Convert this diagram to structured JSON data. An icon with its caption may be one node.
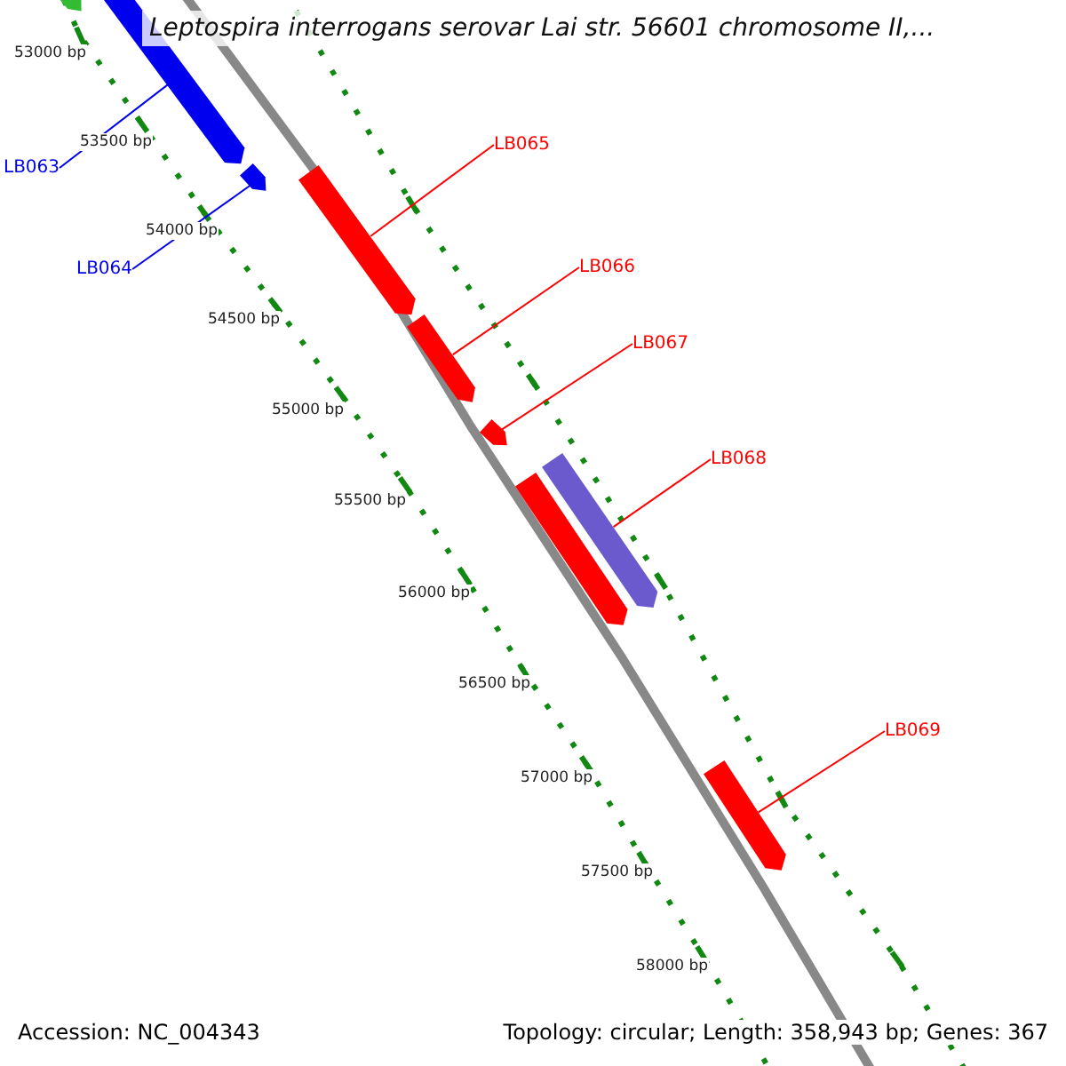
{
  "diagram": {
    "title": "Leptospira interrogans serovar Lai str. 56601 chromosome II,...",
    "nodes": [
      {
        "text": [
          "LB063"
        ]
      },
      {
        "text": [
          "LB064"
        ]
      },
      {
        "text": [
          "LB065"
        ]
      },
      {
        "text": [
          "LB066"
        ]
      },
      {
        "text": [
          "LB067"
        ]
      },
      {
        "text": [
          "LB068"
        ]
      },
      {
        "text": [
          "LB069"
        ]
      },
      {
        "text": [],
        "shape": "bar"
      },
      {
        "text": [],
        "shape": "bar"
      },
      {
        "text": [],
        "shape": "bar"
      },
      {
        "text": [],
        "shape": "bar"
      },
      {
        "text": [],
        "shape": "bar"
      },
      {
        "text": [],
        "shape": "bar"
      },
      {
        "text": [],
        "shape": "bar"
      },
      {
        "text": [],
        "shape": "bar"
      },
      {
        "text": [],
        "shape": "bar"
      }
    ],
    "edges": [
      {
        "from": 0,
        "to": 8,
        "arrow": "none",
        "color": "#0000ee"
      },
      {
        "from": 1,
        "to": 9,
        "arrow": "none",
        "color": "#0000ee"
      },
      {
        "from": 2,
        "to": 10,
        "arrow": "none"
      },
      {
        "from": 3,
        "to": 11,
        "arrow": "none"
      },
      {
        "from": 4,
        "to": 12,
        "arrow": "none"
      },
      {
        "from": 5,
        "to": 14,
        "arrow": "none"
      },
      {
        "from": 6,
        "to": 15,
        "arrow": "none"
      }
    ],
    "labels": [
      "53000 bp",
      "53500 bp",
      "54000 bp",
      "54500 bp",
      "55000 bp",
      "55500 bp",
      "56000 bp",
      "56500 bp",
      "57000 bp",
      "57500 bp",
      "58000 bp",
      "Accession: NC_004343",
      "Topology: circular; Length: 358,943 bp; Genes: 367"
    ]
  }
}
